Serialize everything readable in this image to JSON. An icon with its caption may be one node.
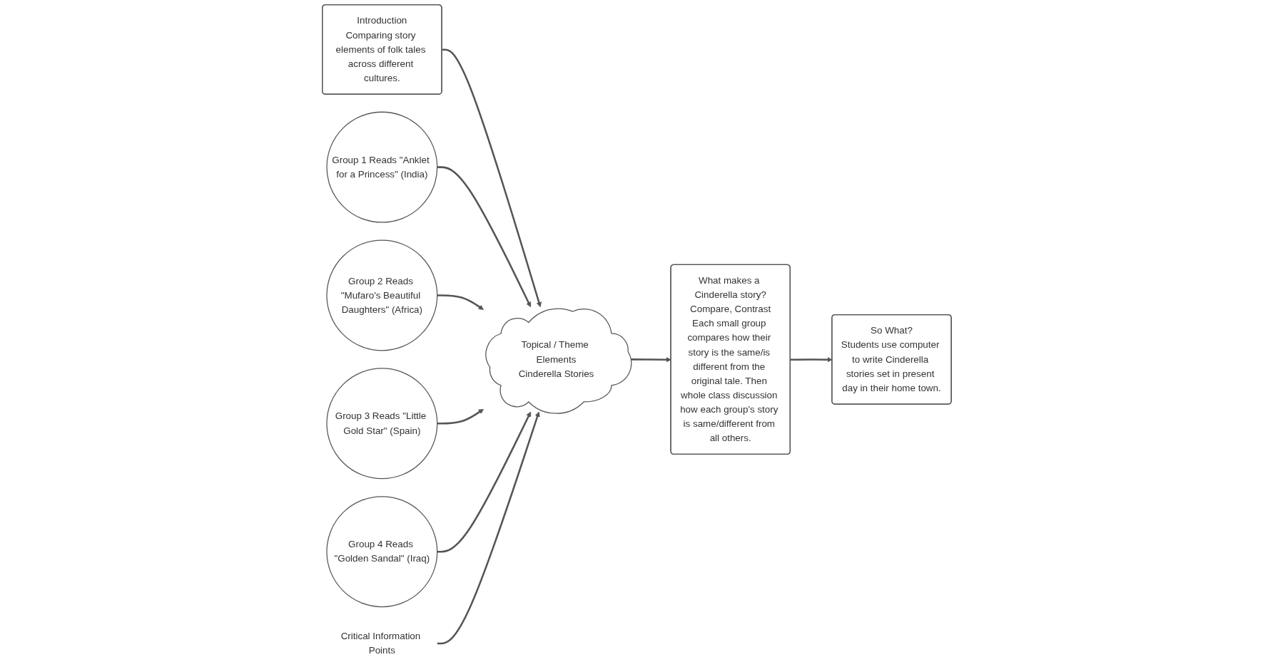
{
  "diagram": {
    "nodes": [
      {
        "text": [
          "Introduction",
          "Comparing story elements of folk tales across different cultures."
        ]
      },
      {
        "text": [
          "Group 1 Reads \"Anklet for a Princess\" (India)"
        ]
      },
      {
        "text": [
          "Group 2 Reads \"Mufaro's Beautiful Daughters\" (Africa)"
        ]
      },
      {
        "text": [
          "Topical / Theme Elements",
          "Cinderella Stories"
        ]
      },
      {
        "text": [
          "Group 3 Reads \"Little Gold Star\" (Spain)"
        ]
      },
      {
        "text": [
          "Group 4 Reads \"Golden Sandal\" (Iraq)"
        ]
      },
      {
        "text": [
          "Critical Information Points"
        ]
      },
      {
        "text": [
          "What makes a Cinderella story?",
          "Compare, Contrast",
          "Each small group compares how their story is the same/is different from the original tale. Then whole class discussion how each group's story is same/different from all others."
        ]
      },
      {
        "text": [
          "So What?",
          "Students use computer to write Cinderella stories set in present day in their home town."
        ]
      }
    ],
    "edges": [
      {
        "from": 0,
        "to": 3,
        "arrow": "to"
      },
      {
        "from": 1,
        "to": 3,
        "arrow": "to"
      },
      {
        "from": 2,
        "to": 3,
        "arrow": "to"
      },
      {
        "from": 4,
        "to": 3,
        "arrow": "to"
      },
      {
        "from": 5,
        "to": 3,
        "arrow": "to"
      },
      {
        "from": 6,
        "to": 3,
        "arrow": "to"
      },
      {
        "from": 3,
        "to": 7,
        "arrow": "to"
      },
      {
        "from": 7,
        "to": 8,
        "arrow": "to"
      }
    ]
  }
}
